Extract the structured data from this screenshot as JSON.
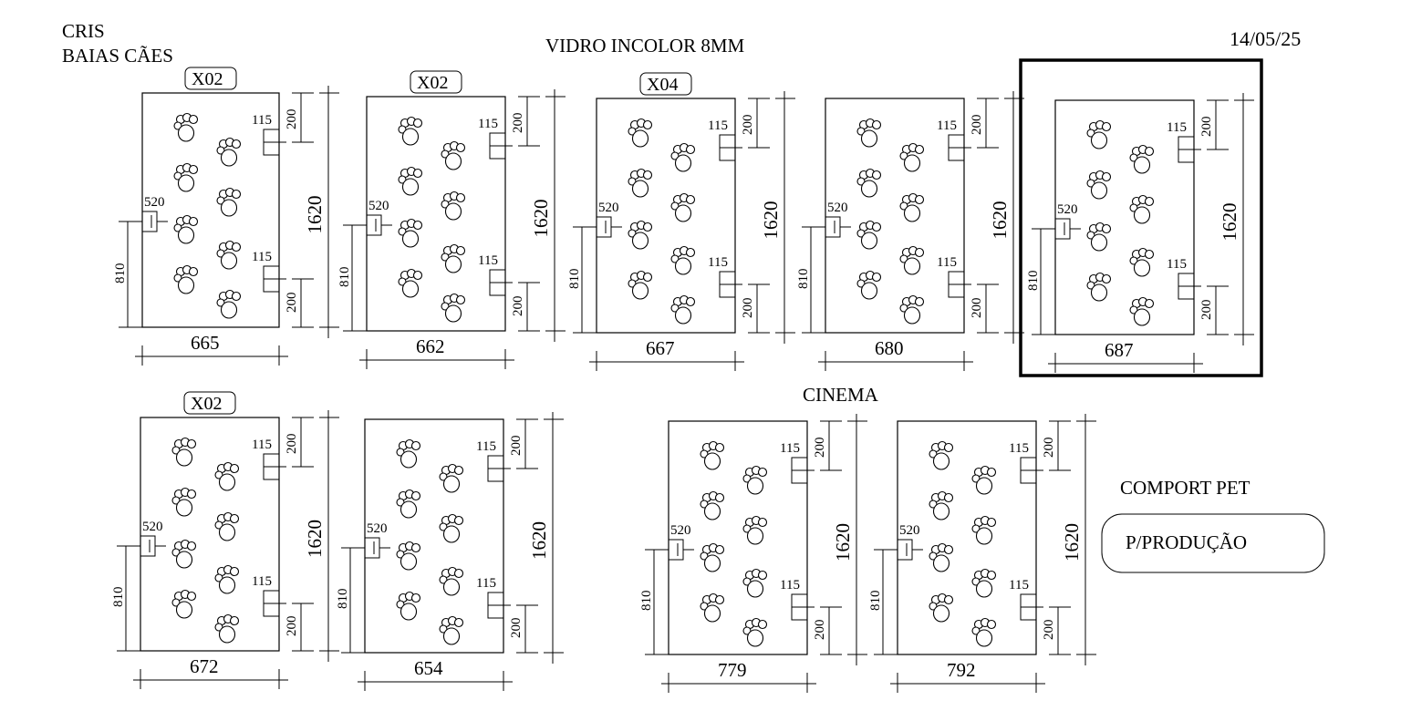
{
  "header": {
    "client": "CRIS",
    "project": "BAIAS CÃES",
    "material": "VIDRO INCOLOR 8MM",
    "date": "14/05/25"
  },
  "section_label": "CINEMA",
  "notes": {
    "comport": "COMPORT PET",
    "production": "P/PRODUÇÃO"
  },
  "highlight_panel": 4,
  "common_dims": {
    "height": "1620",
    "hinge_offset": "200",
    "hinge_width": "115",
    "handle_height": "810",
    "handle_width": "520"
  },
  "panels": [
    {
      "width": "665",
      "qty": "X02"
    },
    {
      "width": "662",
      "qty": "X02"
    },
    {
      "width": "667",
      "qty": "X04"
    },
    {
      "width": "680",
      "qty": ""
    },
    {
      "width": "687",
      "qty": ""
    },
    {
      "width": "672",
      "qty": "X02"
    },
    {
      "width": "654",
      "qty": ""
    },
    {
      "width": "779",
      "qty": ""
    },
    {
      "width": "792",
      "qty": ""
    }
  ]
}
